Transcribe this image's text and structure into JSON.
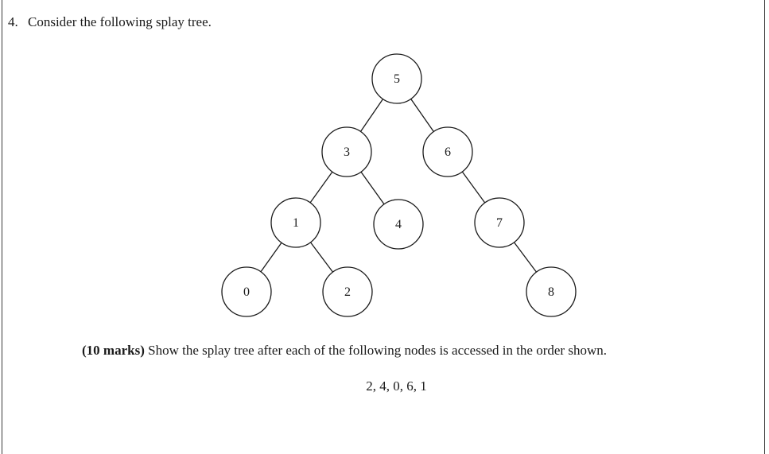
{
  "question": {
    "number": "4.",
    "prompt": "Consider the following splay tree."
  },
  "tree": {
    "nodes": [
      {
        "id": "5",
        "label": "5"
      },
      {
        "id": "3",
        "label": "3"
      },
      {
        "id": "6",
        "label": "6"
      },
      {
        "id": "1",
        "label": "1"
      },
      {
        "id": "4",
        "label": "4"
      },
      {
        "id": "7",
        "label": "7"
      },
      {
        "id": "0",
        "label": "0"
      },
      {
        "id": "2",
        "label": "2"
      },
      {
        "id": "8",
        "label": "8"
      }
    ],
    "edges": [
      [
        "5",
        "3"
      ],
      [
        "5",
        "6"
      ],
      [
        "3",
        "1"
      ],
      [
        "3",
        "4"
      ],
      [
        "6",
        "7"
      ],
      [
        "1",
        "0"
      ],
      [
        "1",
        "2"
      ],
      [
        "7",
        "8"
      ]
    ]
  },
  "instruction": {
    "marks": "(10 marks)",
    "text": " Show the splay tree after each of the following nodes is accessed in the order shown."
  },
  "access_sequence": "2, 4, 0, 6, 1"
}
